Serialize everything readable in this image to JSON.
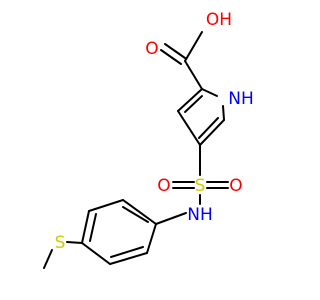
{
  "molecule": {
    "atoms": [
      {
        "id": "o-carbonyl",
        "text": "O",
        "color": "#ff0000"
      },
      {
        "id": "oh",
        "text": "OH",
        "color": "#ff0000"
      },
      {
        "id": "nh-ring",
        "text": "NH",
        "color": "#0000ff"
      },
      {
        "id": "sulfonyl-s",
        "text": "S",
        "color": "#cccc00"
      },
      {
        "id": "o-sulfonyl-left",
        "text": "O",
        "color": "#ff0000"
      },
      {
        "id": "o-sulfonyl-right",
        "text": "O",
        "color": "#ff0000"
      },
      {
        "id": "nh-sulfonamide",
        "text": "NH",
        "color": "#0000ff"
      },
      {
        "id": "thioether-s",
        "text": "S",
        "color": "#cccc00"
      }
    ]
  }
}
